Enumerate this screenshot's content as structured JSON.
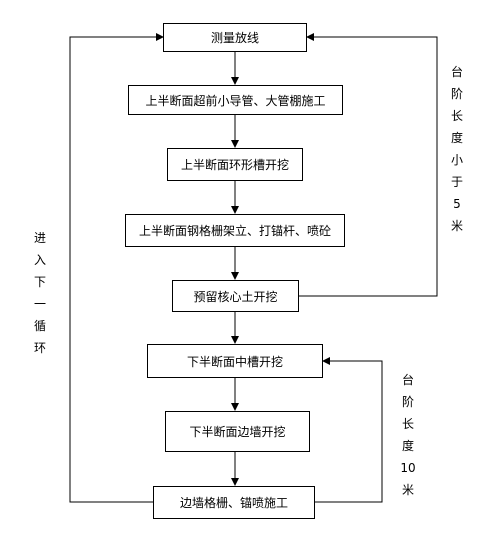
{
  "steps": [
    "测量放线",
    "上半断面超前小导管、大管棚施工",
    "上半断面环形槽开挖",
    "上半断面钢格栅架立、打锚杆、喷砼",
    "预留核心土开挖",
    "下半断面中槽开挖",
    "下半断面边墙开挖",
    "边墙格栅、锚喷施工"
  ],
  "side_labels": {
    "left": [
      "进",
      "入",
      "下",
      "一",
      "循",
      "环"
    ],
    "right_top": [
      "台",
      "阶",
      "长",
      "度",
      "小",
      "于",
      "5",
      "米"
    ],
    "right_bottom": [
      "台",
      "阶",
      "长",
      "度",
      "10",
      "米"
    ]
  }
}
